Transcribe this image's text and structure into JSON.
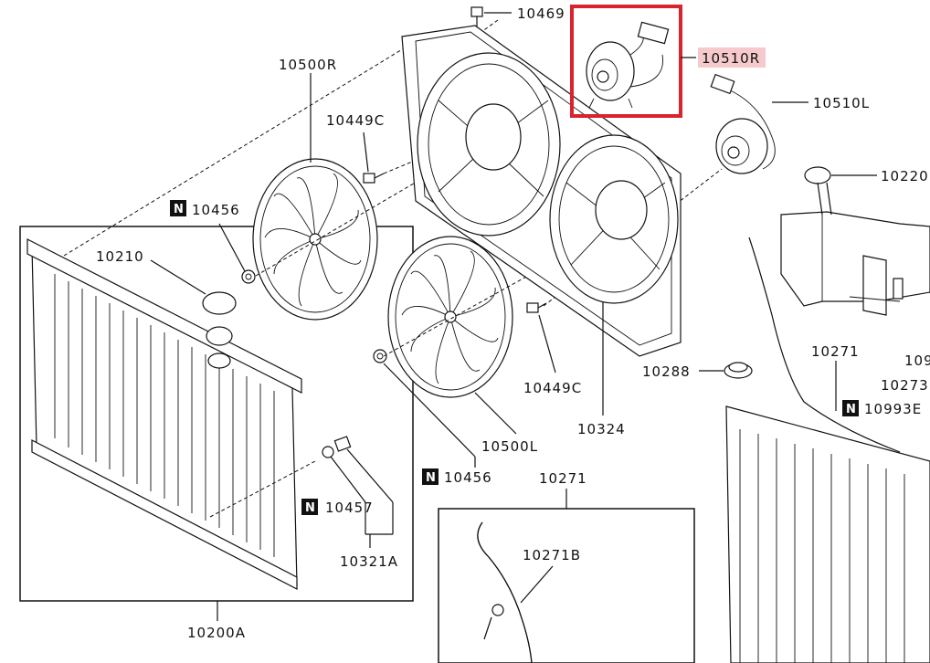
{
  "highlight_color": "#d9232d",
  "highlight_label_bg": "#f6c9cc",
  "labels": {
    "p10469": "10469",
    "p10510R": "10510R",
    "p10510L": "10510L",
    "p10500R": "10500R",
    "p10449C_top": "10449C",
    "p10456_top": "10456",
    "p10220": "10220",
    "p10210": "10210",
    "p10271_right": "10271",
    "p109": "109",
    "p10273": "10273",
    "p10993E": "10993E",
    "p10288": "10288",
    "p10449C_bottom": "10449C",
    "p10324": "10324",
    "p10500L": "10500L",
    "p10456_bottom": "10456",
    "p10271_center": "10271",
    "p10457": "10457",
    "p10321A": "10321A",
    "p10271B": "10271B",
    "p10200A": "10200A"
  },
  "badges": {
    "n": "N"
  }
}
